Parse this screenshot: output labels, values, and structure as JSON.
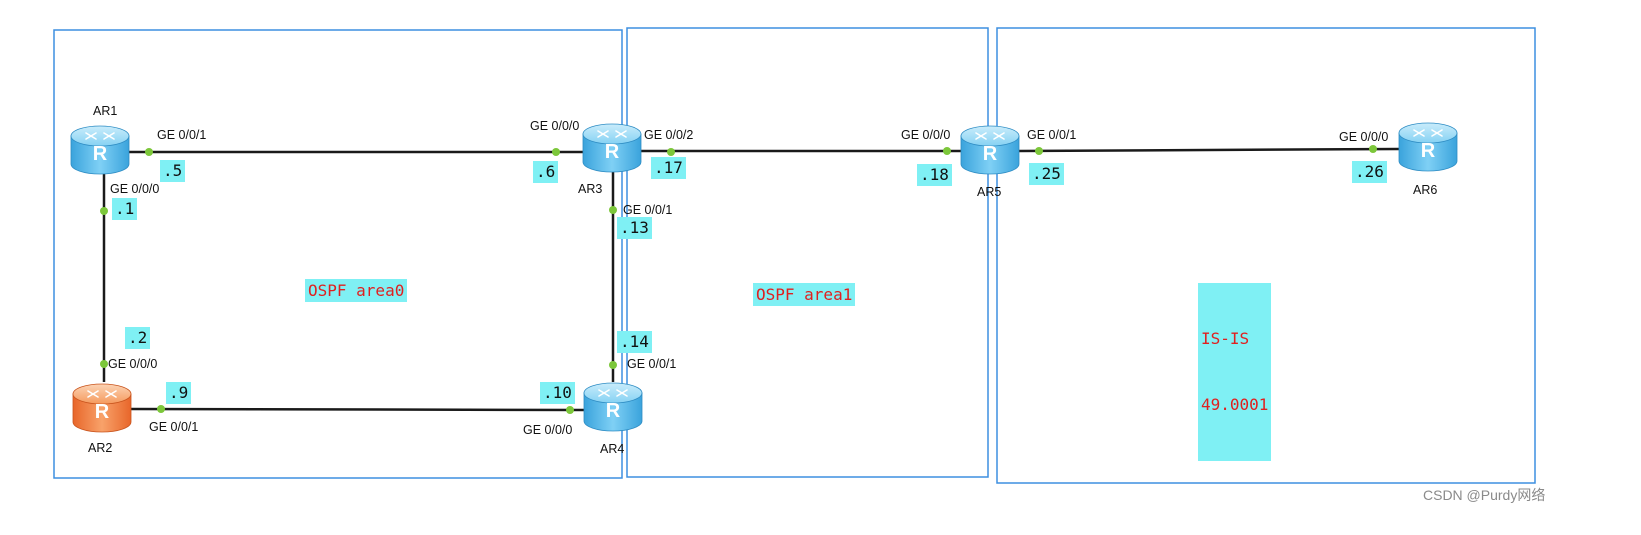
{
  "colors": {
    "area_border": "#3d8fe0",
    "link": "#1a1a1a",
    "port_dot": "#7cc73a",
    "label_bg": "#7ff0f4",
    "area_text": "#e02020",
    "router_blue": "#56b8ea",
    "router_orange": "#f0803a"
  },
  "routers": {
    "ar1": {
      "name": "AR1",
      "color": "blue"
    },
    "ar2": {
      "name": "AR2",
      "color": "orange"
    },
    "ar3": {
      "name": "AR3",
      "color": "blue"
    },
    "ar4": {
      "name": "AR4",
      "color": "blue"
    },
    "ar5": {
      "name": "AR5",
      "color": "blue"
    },
    "ar6": {
      "name": "AR6",
      "color": "blue"
    }
  },
  "ports": {
    "ar1_ge001": "GE 0/0/1",
    "ar1_ge000": "GE 0/0/0",
    "ar3_ge000": "GE 0/0/0",
    "ar3_ge002": "GE 0/0/2",
    "ar3_ge001": "GE 0/0/1",
    "ar2_ge000": "GE 0/0/0",
    "ar2_ge001": "GE 0/0/1",
    "ar4_ge001": "GE 0/0/1",
    "ar4_ge000": "GE 0/0/0",
    "ar5_ge000": "GE 0/0/0",
    "ar5_ge001": "GE 0/0/1",
    "ar6_ge000": "GE 0/0/0"
  },
  "addresses": {
    "ar1_ge001": ".5",
    "ar1_ge000": ".1",
    "ar3_ge000": ".6",
    "ar3_ge002": ".17",
    "ar3_ge001": ".13",
    "ar2_ge000": ".2",
    "ar2_ge001": ".9",
    "ar4_ge001": ".14",
    "ar4_ge000": ".10",
    "ar5_ge000": ".18",
    "ar5_ge001": ".25",
    "ar6_ge000": ".26"
  },
  "areas": {
    "area0": "OSPF area0",
    "area1": "OSPF area1",
    "isis_line1": "IS-IS",
    "isis_line2": "49.0001"
  },
  "watermark": "CSDN @Purdy网络",
  "icons": {
    "router": "router-icon"
  }
}
